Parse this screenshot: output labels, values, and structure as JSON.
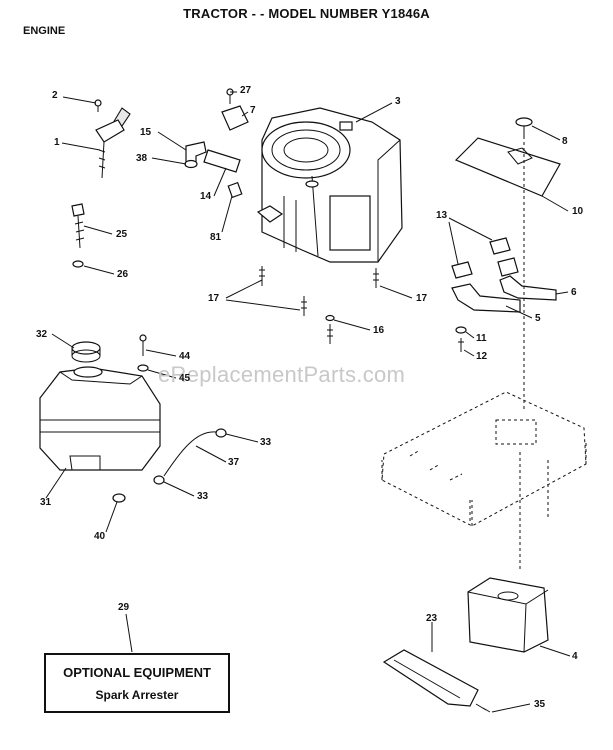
{
  "header": {
    "title": "TRACTOR - - MODEL NUMBER Y1846A",
    "section": "ENGINE"
  },
  "watermark": "eReplacementParts.com",
  "callouts": {
    "c1": "1",
    "c2": "2",
    "c3": "3",
    "c4": "4",
    "c5": "5",
    "c6": "6",
    "c7": "7",
    "c8": "8",
    "c10": "10",
    "c11": "11",
    "c12": "12",
    "c13": "13",
    "c14": "14",
    "c15": "15",
    "c16": "16",
    "c17a": "17",
    "c17b": "17",
    "c23": "23",
    "c25": "25",
    "c26": "26",
    "c27": "27",
    "c29": "29",
    "c31": "31",
    "c32": "32",
    "c33a": "33",
    "c33b": "33",
    "c35": "35",
    "c37": "37",
    "c38": "38",
    "c40": "40",
    "c44": "44",
    "c45": "45",
    "c81": "81"
  },
  "optional_box": {
    "line1": "OPTIONAL EQUIPMENT",
    "line2": "Spark Arrester"
  }
}
